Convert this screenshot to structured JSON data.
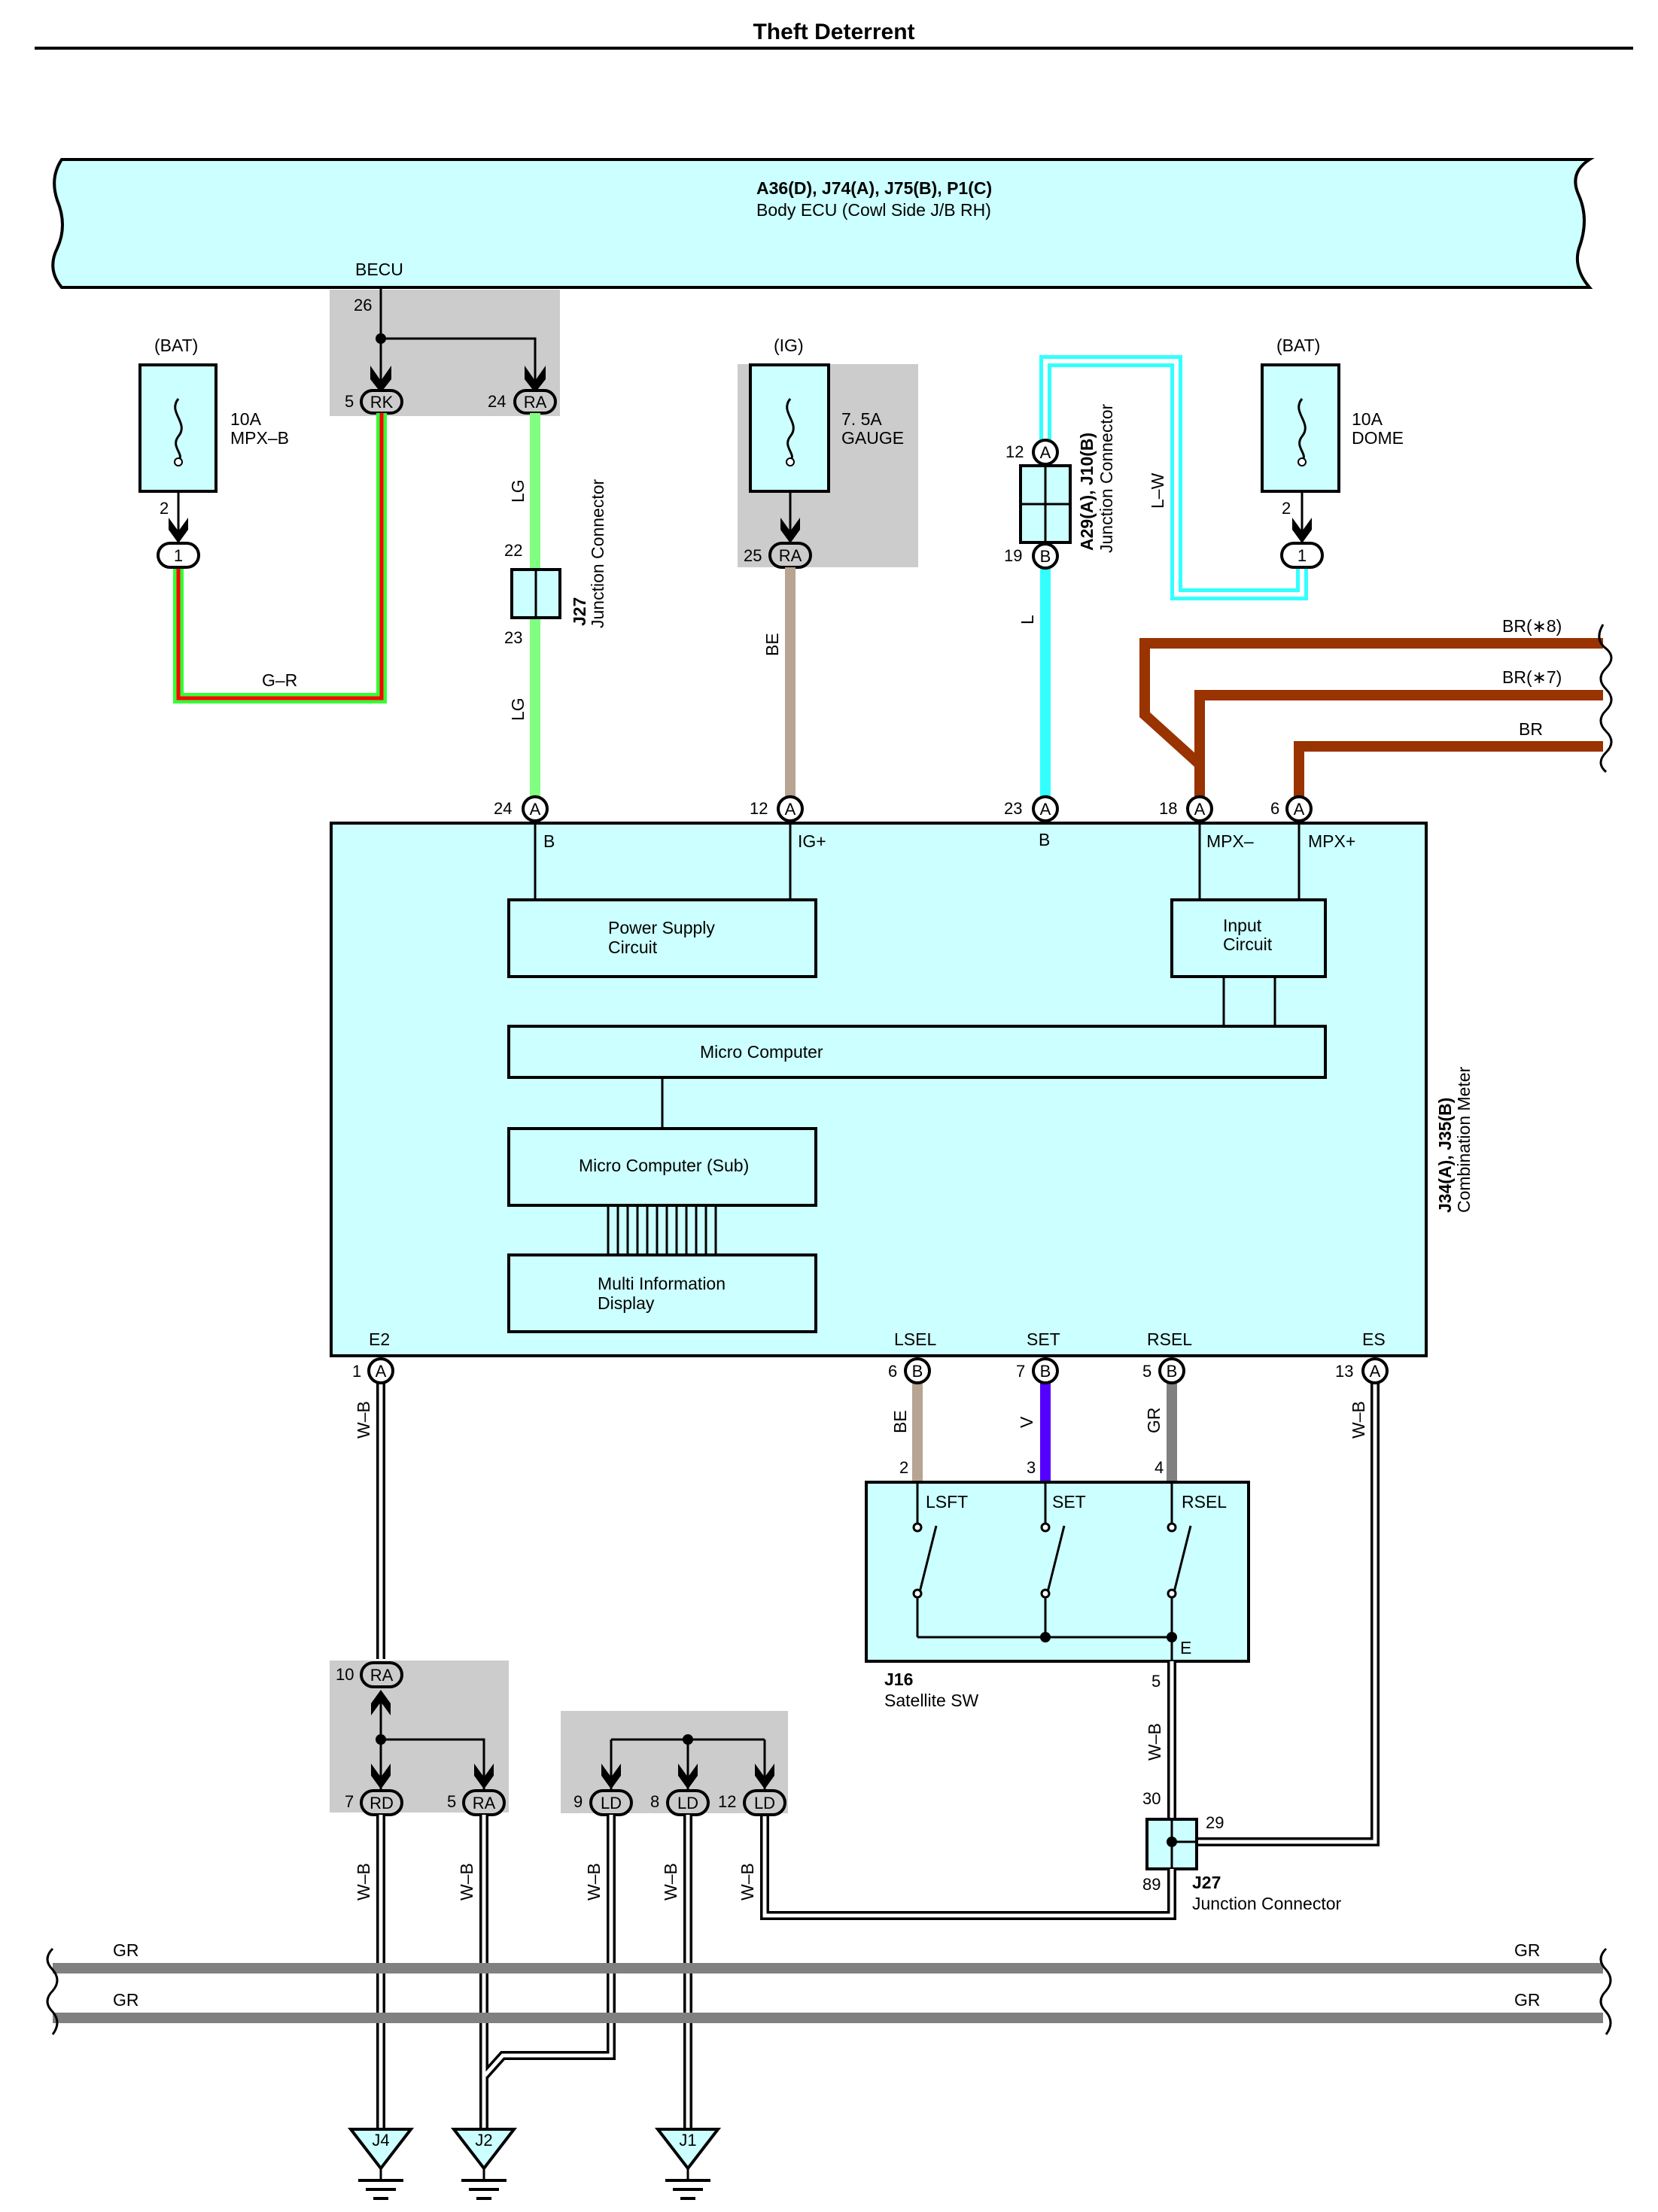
{
  "page": {
    "title": "Theft Deterrent"
  },
  "colors": {
    "ecu_fill": "#ccffff",
    "hint_box": "#cccccc",
    "wire_green_lg": "#80ff80",
    "wire_beige": "#b8a492",
    "wire_light_blue": "#33ffff",
    "wire_brown": "#993300",
    "wire_violet": "#5500ff",
    "wire_gray": "#808080",
    "wire_red": "#ff0000"
  },
  "body_ecu": {
    "connectors": "A36(D), J74(A), J75(B), P1(C)",
    "name": "Body ECU (Cowl Side J/B RH)",
    "terminal_label": "BECU",
    "terminal_pin": "26",
    "branch": [
      {
        "pin": "5",
        "code": "RK"
      },
      {
        "pin": "24",
        "code": "RA"
      }
    ]
  },
  "fuses": [
    {
      "source": "(BAT)",
      "rating": "10A",
      "name": "MPX–B",
      "pin": "2",
      "conn": "1"
    },
    {
      "source": "(IG)",
      "rating": "7. 5A",
      "name": "GAUGE",
      "pin": "25",
      "conn": "RA"
    },
    {
      "source": "(BAT)",
      "rating": "10A",
      "name": "DOME",
      "pin": "2",
      "conn": "1"
    }
  ],
  "junctions": {
    "j27_top": {
      "id": "J27",
      "desc": "Junction Connector",
      "pin_top": "22",
      "pin_bottom": "23"
    },
    "a29": {
      "id": "A29(A), J10(B)",
      "desc": "Junction Connector",
      "pin_top": "12",
      "pin_top_conn": "A",
      "pin_bottom": "19",
      "pin_bottom_conn": "B"
    },
    "j27_bottom": {
      "id": "J27",
      "desc": "Junction Connector",
      "pin_in": "30",
      "pin_right": "29",
      "pin_out": "89"
    }
  },
  "wires": {
    "g_r": "G–R",
    "lg1": "LG",
    "lg2": "LG",
    "be_top": "BE",
    "l": "L",
    "l_w": "L–W",
    "br8": "BR(∗8)",
    "br7": "BR(∗7)",
    "br": "BR",
    "be_bottom": "BE",
    "v": "V",
    "gr_sw": "GR",
    "wb_e2": "W–B",
    "wb_es": "W–B",
    "wb_sw": "W–B",
    "wb_out": [
      "W–B",
      "W–B",
      "W–B",
      "W–B",
      "W–B"
    ],
    "gr_bus": "GR"
  },
  "meter": {
    "connectors": "J34(A), J35(B)",
    "name": "Combination Meter",
    "top_pins": [
      {
        "pin": "24",
        "conn": "A",
        "label": "B"
      },
      {
        "pin": "12",
        "conn": "A",
        "label": "IG+"
      },
      {
        "pin": "23",
        "conn": "A",
        "label": "B"
      },
      {
        "pin": "18",
        "conn": "A",
        "label": "MPX–"
      },
      {
        "pin": "6",
        "conn": "A",
        "label": "MPX+"
      }
    ],
    "bottom_pins": [
      {
        "pin": "1",
        "conn": "A",
        "label": "E2"
      },
      {
        "pin": "6",
        "conn": "B",
        "label": "LSEL"
      },
      {
        "pin": "7",
        "conn": "B",
        "label": "SET"
      },
      {
        "pin": "5",
        "conn": "B",
        "label": "RSEL"
      },
      {
        "pin": "13",
        "conn": "A",
        "label": "ES"
      }
    ],
    "blocks": {
      "power_supply": [
        "Power Supply",
        "Circuit"
      ],
      "input": [
        "Input",
        "Circuit"
      ],
      "micro": "Micro Computer",
      "micro_sub": "Micro Computer (Sub)",
      "mid": [
        "Multi Information",
        "Display"
      ]
    }
  },
  "satellite_sw": {
    "id": "J16",
    "name": "Satellite SW",
    "pins": [
      {
        "pin": "2",
        "label": "LSFT"
      },
      {
        "pin": "3",
        "label": "SET"
      },
      {
        "pin": "4",
        "label": "RSEL"
      }
    ],
    "ground_label": "E",
    "ground_pin": "5"
  },
  "ground_connectors": {
    "ra": {
      "pin": "10",
      "code": "RA"
    },
    "rd": {
      "pin": "7",
      "code": "RD"
    },
    "ra2": {
      "pin": "5",
      "code": "RA"
    },
    "ld": [
      {
        "pin": "9",
        "code": "LD"
      },
      {
        "pin": "8",
        "code": "LD"
      },
      {
        "pin": "12",
        "code": "LD"
      }
    ]
  },
  "grounds": [
    "J4",
    "J2",
    "J1"
  ]
}
